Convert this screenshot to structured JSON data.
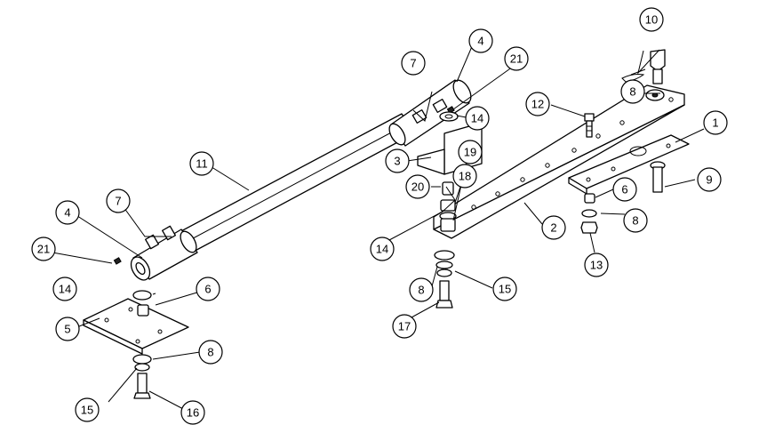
{
  "balloons": [
    {
      "id": "b1",
      "label": "1"
    },
    {
      "id": "b2",
      "label": "2"
    },
    {
      "id": "b3",
      "label": "3"
    },
    {
      "id": "b4a",
      "label": "4"
    },
    {
      "id": "b4b",
      "label": "4"
    },
    {
      "id": "b5",
      "label": "5"
    },
    {
      "id": "b6a",
      "label": "6"
    },
    {
      "id": "b6b",
      "label": "6"
    },
    {
      "id": "b7a",
      "label": "7"
    },
    {
      "id": "b7b",
      "label": "7"
    },
    {
      "id": "b8a",
      "label": "8"
    },
    {
      "id": "b8b",
      "label": "8"
    },
    {
      "id": "b8c",
      "label": "8"
    },
    {
      "id": "b8d",
      "label": "8"
    },
    {
      "id": "b9",
      "label": "9"
    },
    {
      "id": "b10",
      "label": "10"
    },
    {
      "id": "b11",
      "label": "11"
    },
    {
      "id": "b12",
      "label": "12"
    },
    {
      "id": "b13",
      "label": "13"
    },
    {
      "id": "b14a",
      "label": "14"
    },
    {
      "id": "b14b",
      "label": "14"
    },
    {
      "id": "b14c",
      "label": "14"
    },
    {
      "id": "b15a",
      "label": "15"
    },
    {
      "id": "b15b",
      "label": "15"
    },
    {
      "id": "b16",
      "label": "16"
    },
    {
      "id": "b17",
      "label": "17"
    },
    {
      "id": "b18",
      "label": "18"
    },
    {
      "id": "b19",
      "label": "19"
    },
    {
      "id": "b20",
      "label": "20"
    },
    {
      "id": "b21a",
      "label": "21"
    },
    {
      "id": "b21b",
      "label": "21"
    }
  ]
}
